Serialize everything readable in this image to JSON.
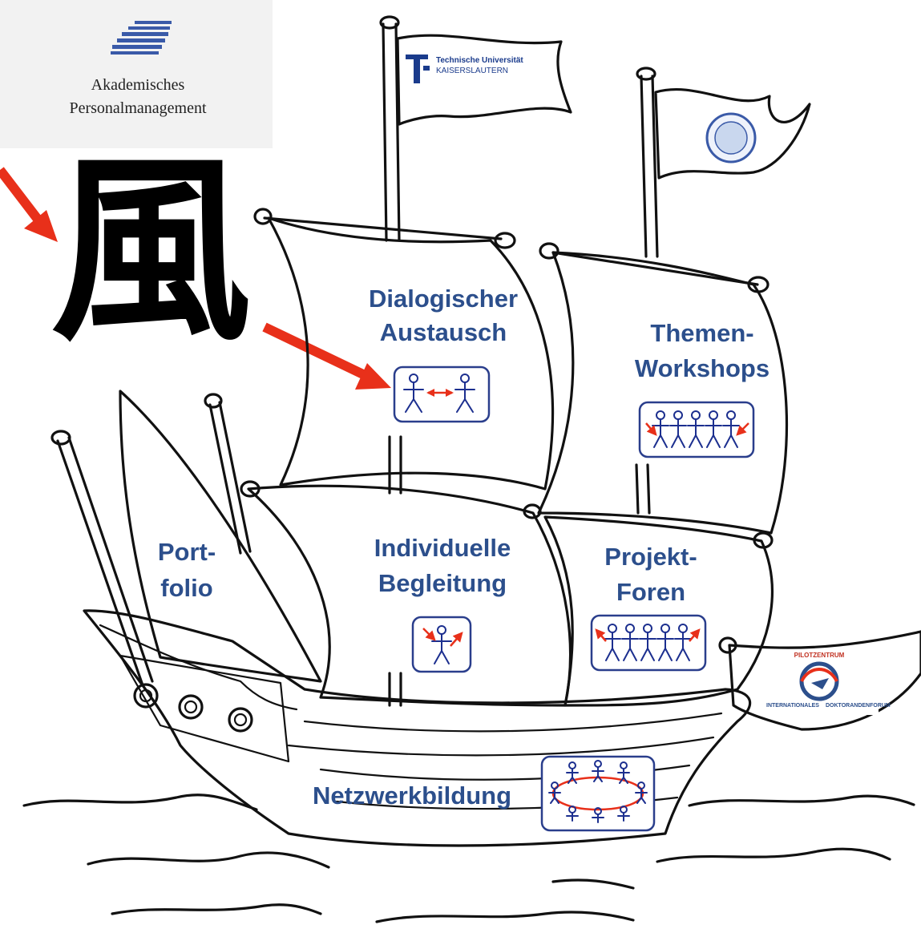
{
  "logos": {
    "personal": {
      "line1": "Akademisches",
      "line2": "Personalmanagement"
    },
    "tu": {
      "line1": "Technische Universität",
      "line2": "KAISERSLAUTERN"
    },
    "pilot": {
      "line1": "PILOTZENTRUM",
      "left": "INTERNATIONALES",
      "right": "DOKTORANDENFORUM"
    }
  },
  "kanji": "風",
  "labels": {
    "dialog_1": "Dialogischer",
    "dialog_2": "Austausch",
    "themen_1": "Themen-",
    "themen_2": "Workshops",
    "port_1": "Port-",
    "port_2": "folio",
    "indiv_1": "Individuelle",
    "indiv_2": "Begleitung",
    "projekt_1": "Projekt-",
    "projekt_2": "Foren",
    "netz": "Netzwerkbildung"
  },
  "colors": {
    "label": "#2c4f8c",
    "arrow": "#e8301a",
    "icon_stroke": "#1c2f8f"
  }
}
